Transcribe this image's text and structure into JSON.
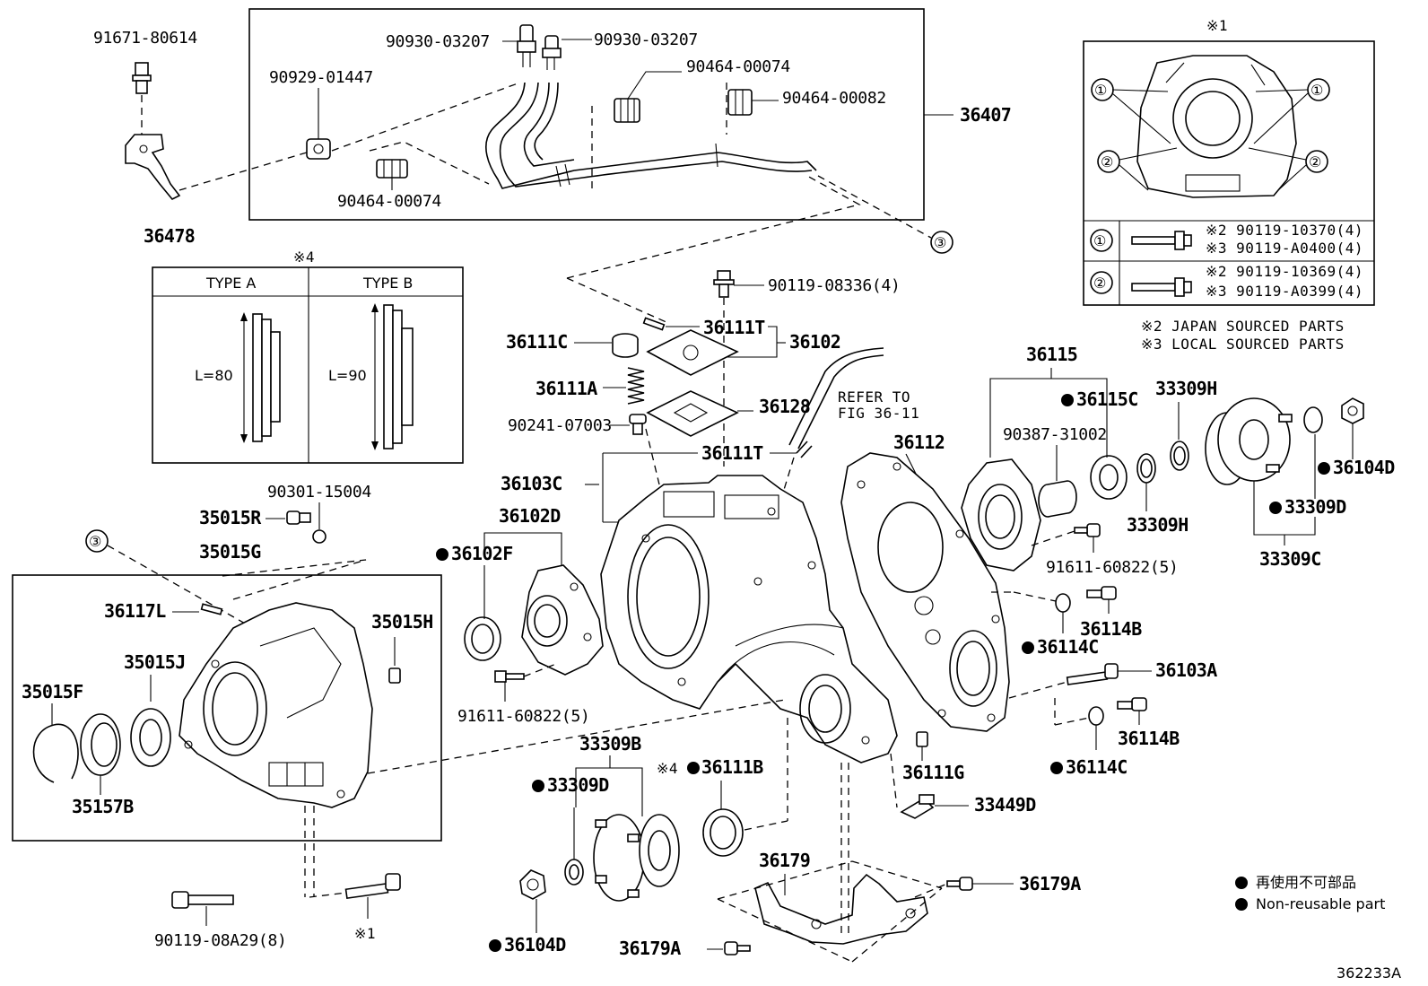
{
  "diagram": {
    "figure_id": "362233A",
    "notes": {
      "mark1": "※1",
      "mark4": "※4",
      "japan": "※2 JAPAN SOURCED PARTS",
      "local": "※3 LOCAL SOURCED PARTS",
      "refer_line1": "REFER TO",
      "refer_line2": "FIG 36-11"
    },
    "type_table": {
      "type_a": "TYPE A",
      "type_b": "TYPE B",
      "len_a": "L=80",
      "len_b": "L=90"
    },
    "bolt_table": {
      "row1_circle": "①",
      "row2_circle": "②",
      "row1_a": "※2 90119-10370(4)",
      "row1_b": "※3 90119-A0400(4)",
      "row2_a": "※2 90119-10369(4)",
      "row2_b": "※3 90119-A0399(4)"
    },
    "legend": {
      "jp": "再使用不可部品",
      "en": "Non-reusable part"
    },
    "callouts": {
      "c1": "①",
      "c2": "②",
      "c3": "③"
    },
    "labels": {
      "p91671_80614": "91671-80614",
      "p36478": "36478",
      "p90930_a": "90930-03207",
      "p90930_b": "90930-03207",
      "p90929_01447": "90929-01447",
      "p90464_00074_a": "90464-00074",
      "p90464_00082": "90464-00082",
      "p90464_00074_b": "90464-00074",
      "p36407": "36407",
      "p90119_08336": "90119-08336(4)",
      "p36111C": "36111C",
      "p36111T_a": "36111T",
      "p36102": "36102",
      "p36111A": "36111A",
      "p36128": "36128",
      "p90241_07003": "90241-07003",
      "p36111T_b": "36111T",
      "p36103C": "36103C",
      "p36102D": "36102D",
      "p36102F": "36102F",
      "p91611_60822_a": "91611-60822(5)",
      "p90301_15004": "90301-15004",
      "p35015R": "35015R",
      "p35015G": "35015G",
      "p36117L": "36117L",
      "p35015H": "35015H",
      "p35015J": "35015J",
      "p35015F": "35015F",
      "p35157B": "35157B",
      "p90119_08A29": "90119-08A29(8)",
      "p_mark1_bottom": "※1",
      "p33309B": "33309B",
      "p33309D_a": "33309D",
      "p36111B": "36111B",
      "p36104D_a": "36104D",
      "p36179": "36179",
      "p36179A_a": "36179A",
      "p36179A_b": "36179A",
      "p33449D": "33449D",
      "p36111G": "36111G",
      "p36112": "36112",
      "p36115": "36115",
      "p36115C": "36115C",
      "p33309H_a": "33309H",
      "p90387_31002": "90387-31002",
      "p33309H_b": "33309H",
      "p36104D_b": "36104D",
      "p33309D_b": "33309D",
      "p33309C": "33309C",
      "p91611_60822_b": "91611-60822(5)",
      "p36114B_a": "36114B",
      "p36114C_a": "36114C",
      "p36103A": "36103A",
      "p36114B_b": "36114B",
      "p36114C_b": "36114C"
    }
  }
}
